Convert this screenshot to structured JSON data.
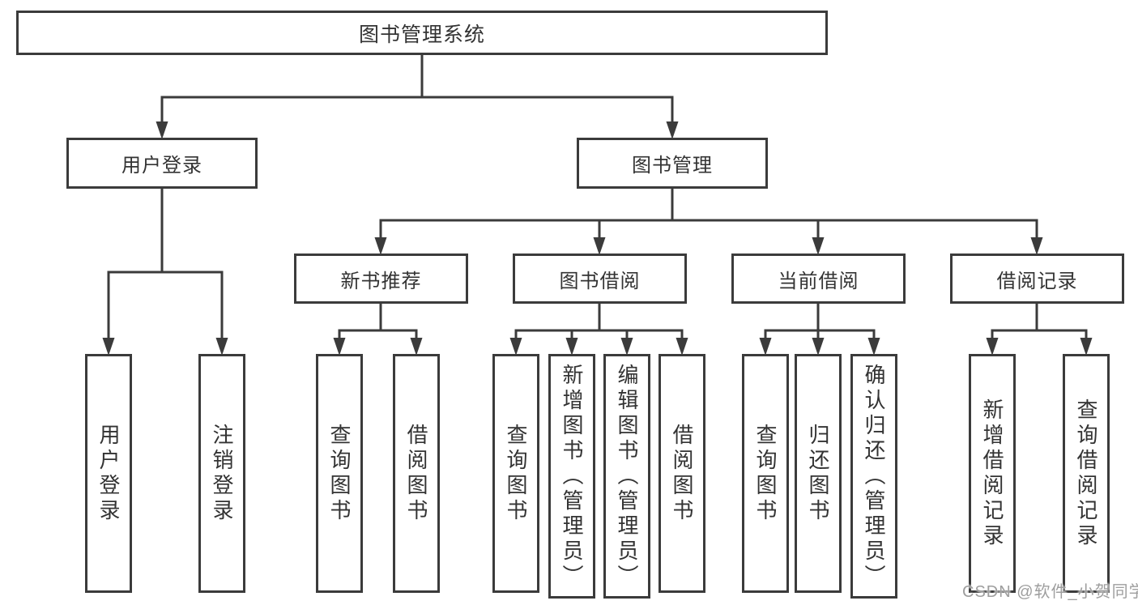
{
  "diagram": {
    "root": {
      "label": "图书管理系统"
    },
    "level2": [
      {
        "label": "用户登录"
      },
      {
        "label": "图书管理"
      }
    ],
    "level3": [
      {
        "label": "新书推荐"
      },
      {
        "label": "图书借阅"
      },
      {
        "label": "当前借阅"
      },
      {
        "label": "借阅记录"
      }
    ],
    "leaves": {
      "login": [
        "用户登录",
        "注销登录"
      ],
      "recommend": [
        "查询图书",
        "借阅图书"
      ],
      "borrow": [
        "查询图书",
        "新增图书（管理员）",
        "编辑图书（管理员）",
        "借阅图书"
      ],
      "current": [
        "查询图书",
        "归还图书",
        "确认归还（管理员）"
      ],
      "records": [
        "新增借阅记录",
        "查询借阅记录"
      ]
    }
  },
  "watermark": {
    "text": "CSDN @软件_小贺同学"
  },
  "colors": {
    "line": "#3b3b3b",
    "text": "#333333",
    "watermark": "#9e9e9e",
    "background": "#ffffff"
  }
}
